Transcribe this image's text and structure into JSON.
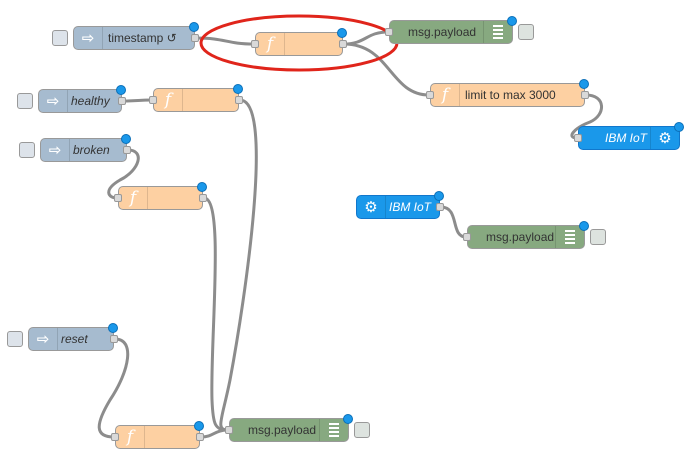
{
  "nodes": {
    "timestamp": {
      "label": "timestamp ↺",
      "icon": "arrow-right-icon"
    },
    "func_highlighted": {
      "icon": "function-icon"
    },
    "debug_top": {
      "label": "msg.payload",
      "icon": "list-icon"
    },
    "limit": {
      "label": "limit to max 3000",
      "icon": "function-icon"
    },
    "ibm_out": {
      "label": "IBM IoT",
      "icon": "gear-icon"
    },
    "healthy": {
      "label": "healthy",
      "icon": "arrow-right-icon"
    },
    "func_healthy": {
      "icon": "function-icon"
    },
    "broken": {
      "label": "broken",
      "icon": "arrow-right-icon"
    },
    "func_broken": {
      "icon": "function-icon"
    },
    "ibm_in": {
      "label": "IBM IoT",
      "icon": "gear-icon"
    },
    "debug_mid": {
      "label": "msg.payload",
      "icon": "list-icon"
    },
    "reset": {
      "label": "reset",
      "icon": "arrow-right-icon"
    },
    "func_reset": {
      "icon": "function-icon"
    },
    "debug_bottom": {
      "label": "msg.payload",
      "icon": "list-icon"
    }
  },
  "glyphs": {
    "function": "f",
    "arrow": "⇨",
    "gear": "⚙"
  },
  "colors": {
    "inject": "#a6bbcf",
    "function": "#fdd0a2",
    "debug": "#87a980",
    "ibm": "#1a98ea",
    "wire": "#8c8c8c",
    "highlight_ellipse": "#e0251b",
    "status_dot": "#1a98ea"
  }
}
